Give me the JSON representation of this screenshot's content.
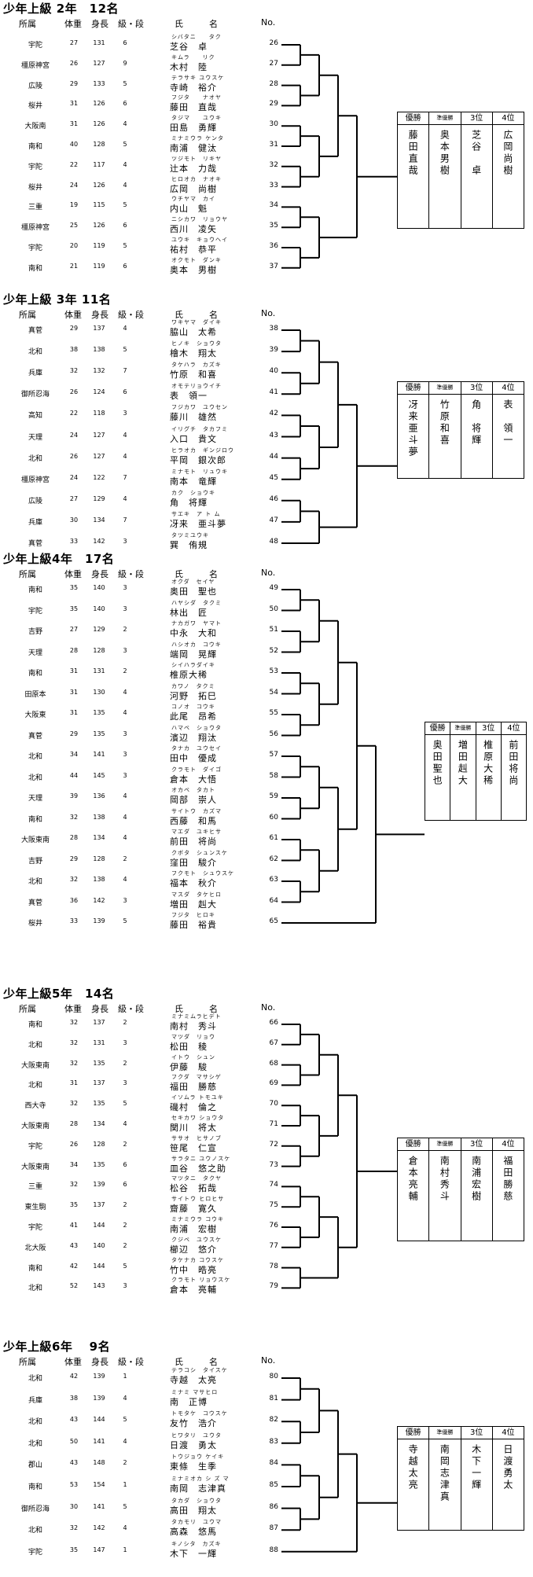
{
  "headers": {
    "affiliation": "所属",
    "weight": "体重",
    "height": "身長",
    "grade": "級・段",
    "name": "氏　　　名",
    "no": "No."
  },
  "result_labels": [
    "優勝",
    "準優勝",
    "3位",
    "4位"
  ],
  "sections": [
    {
      "title": "少年上級 2年　12名",
      "results": [
        "藤田直哉",
        "奥本男樹",
        "芝谷　卓",
        "広岡尚樹"
      ],
      "players": [
        {
          "aff": "宇陀",
          "w": "27",
          "h": "131",
          "g": "6",
          "kana": "シバタニ　　タク",
          "name": "芝谷　卓",
          "no": "26"
        },
        {
          "aff": "橿原神宮",
          "w": "26",
          "h": "127",
          "g": "9",
          "kana": "キムラ　　リク",
          "name": "木村　陸",
          "no": "27"
        },
        {
          "aff": "広陵",
          "w": "29",
          "h": "133",
          "g": "5",
          "kana": "テラサキ ユウスケ",
          "name": "寺崎　裕介",
          "no": "28"
        },
        {
          "aff": "桜井",
          "w": "31",
          "h": "126",
          "g": "6",
          "kana": "フジタ　　ナオヤ",
          "name": "藤田　直哉",
          "no": "29"
        },
        {
          "aff": "大阪南",
          "w": "31",
          "h": "126",
          "g": "4",
          "kana": "タジマ　　ユウキ",
          "name": "田島　勇輝",
          "no": "30"
        },
        {
          "aff": "南和",
          "w": "40",
          "h": "128",
          "g": "5",
          "kana": "ミナミウラ ケンタ",
          "name": "南浦　健汰",
          "no": "31"
        },
        {
          "aff": "宇陀",
          "w": "22",
          "h": "117",
          "g": "4",
          "kana": "ツジモト　リキヤ",
          "name": "辻本　力哉",
          "no": "32"
        },
        {
          "aff": "桜井",
          "w": "24",
          "h": "126",
          "g": "4",
          "kana": "ヒロオカ　ナオキ",
          "name": "広岡　尚樹",
          "no": "33"
        },
        {
          "aff": "三重",
          "w": "19",
          "h": "115",
          "g": "5",
          "kana": "ウチヤマ　カイ",
          "name": "内山　魁",
          "no": "34"
        },
        {
          "aff": "橿原神宮",
          "w": "25",
          "h": "126",
          "g": "6",
          "kana": "ニシカワ　リョウヤ",
          "name": "西川　凌矢",
          "no": "35"
        },
        {
          "aff": "宇陀",
          "w": "20",
          "h": "119",
          "g": "5",
          "kana": "ユウキ　キョウヘイ",
          "name": "祐村　恭平",
          "no": "36"
        },
        {
          "aff": "南和",
          "w": "21",
          "h": "119",
          "g": "6",
          "kana": "オクモト　ダンキ",
          "name": "奥本　男樹",
          "no": "37"
        }
      ]
    },
    {
      "title": "少年上級 3年 11名",
      "results": [
        "冴来亜斗夢",
        "竹原和喜",
        "角　将輝",
        "表　領一"
      ],
      "players": [
        {
          "aff": "真菅",
          "w": "29",
          "h": "137",
          "g": "4",
          "kana": "ワキヤマ　ダイキ",
          "name": "脇山　太希",
          "no": "38"
        },
        {
          "aff": "北和",
          "w": "38",
          "h": "138",
          "g": "5",
          "kana": "ヒノキ　ショウタ",
          "name": "檜木　翔太",
          "no": "39"
        },
        {
          "aff": "兵庫",
          "w": "32",
          "h": "132",
          "g": "7",
          "kana": "タケハラ　カズキ",
          "name": "竹原　和喜",
          "no": "40"
        },
        {
          "aff": "御所忍海",
          "w": "26",
          "h": "124",
          "g": "6",
          "kana": "オモテリョウイチ",
          "name": "表　領一",
          "no": "41"
        },
        {
          "aff": "高知",
          "w": "22",
          "h": "118",
          "g": "3",
          "kana": "フジカワ　ユウセン",
          "name": "藤川　雄然",
          "no": "42"
        },
        {
          "aff": "天理",
          "w": "24",
          "h": "127",
          "g": "4",
          "kana": "イリグチ　タカフミ",
          "name": "入口　貴文",
          "no": "43"
        },
        {
          "aff": "北和",
          "w": "26",
          "h": "127",
          "g": "4",
          "kana": "ヒラオカ　ギンジロウ",
          "name": "平岡　銀次郎",
          "no": "44"
        },
        {
          "aff": "橿原神宮",
          "w": "24",
          "h": "122",
          "g": "7",
          "kana": "ミナモト　リュウキ",
          "name": "南本　竜輝",
          "no": "45"
        },
        {
          "aff": "広陵",
          "w": "27",
          "h": "129",
          "g": "4",
          "kana": "カク　ショウキ",
          "name": "角　将輝",
          "no": "46"
        },
        {
          "aff": "兵庫",
          "w": "30",
          "h": "134",
          "g": "7",
          "kana": "サエキ　ア ト ム",
          "name": "冴来　亜斗夢",
          "no": "47"
        },
        {
          "aff": "真菅",
          "w": "33",
          "h": "142",
          "g": "3",
          "kana": "タツミユウキ",
          "name": "巽　侑規",
          "no": "48"
        }
      ]
    },
    {
      "title": "少年上級4年　17名",
      "results": [
        "奥田聖也",
        "増田赳大",
        "椎原大稀",
        "前田将尚"
      ],
      "players": [
        {
          "aff": "南和",
          "w": "35",
          "h": "140",
          "g": "3",
          "kana": "オクダ　セイヤ",
          "name": "奥田　聖也",
          "no": "49"
        },
        {
          "aff": "宇陀",
          "w": "35",
          "h": "140",
          "g": "3",
          "kana": "ハヤシダ　タクミ",
          "name": "林出　匠",
          "no": "50"
        },
        {
          "aff": "吉野",
          "w": "27",
          "h": "129",
          "g": "2",
          "kana": "ナカガワ　ヤマト",
          "name": "中永　大和",
          "no": "51"
        },
        {
          "aff": "天理",
          "w": "28",
          "h": "128",
          "g": "3",
          "kana": "ハシオカ　コウキ",
          "name": "端岡　晃輝",
          "no": "52"
        },
        {
          "aff": "南和",
          "w": "31",
          "h": "131",
          "g": "2",
          "kana": "シイハラダイキ",
          "name": "椎原大稀",
          "no": "53"
        },
        {
          "aff": "田原本",
          "w": "31",
          "h": "130",
          "g": "4",
          "kana": "カワノ　タクミ",
          "name": "河野　拓巳",
          "no": "54"
        },
        {
          "aff": "大阪東",
          "w": "31",
          "h": "135",
          "g": "4",
          "kana": "コノオ　コウキ",
          "name": "此尾　昂希",
          "no": "55"
        },
        {
          "aff": "真菅",
          "w": "29",
          "h": "135",
          "g": "3",
          "kana": "ハマベ　ショウタ",
          "name": "濱辺　翔汰",
          "no": "56"
        },
        {
          "aff": "北和",
          "w": "34",
          "h": "141",
          "g": "3",
          "kana": "タナカ　ユウセイ",
          "name": "田中　優成",
          "no": "57"
        },
        {
          "aff": "北和",
          "w": "44",
          "h": "145",
          "g": "3",
          "kana": "クラモト　ダイゴ",
          "name": "倉本　大悟",
          "no": "58"
        },
        {
          "aff": "天理",
          "w": "39",
          "h": "136",
          "g": "4",
          "kana": "オカベ　タカト",
          "name": "岡部　崇人",
          "no": "59"
        },
        {
          "aff": "南和",
          "w": "32",
          "h": "138",
          "g": "4",
          "kana": "サイトウ　カズマ",
          "name": "西藤　和馬",
          "no": "60"
        },
        {
          "aff": "大阪東南",
          "w": "28",
          "h": "134",
          "g": "4",
          "kana": "マエダ　ユキヒサ",
          "name": "前田　将尚",
          "no": "61"
        },
        {
          "aff": "吉野",
          "w": "29",
          "h": "128",
          "g": "2",
          "kana": "クボタ　シュンスケ",
          "name": "窪田　駿介",
          "no": "62"
        },
        {
          "aff": "北和",
          "w": "32",
          "h": "138",
          "g": "4",
          "kana": "フクモト　シュウスケ",
          "name": "福本　秋介",
          "no": "63"
        },
        {
          "aff": "真菅",
          "w": "36",
          "h": "142",
          "g": "3",
          "kana": "マスダ　タケヒロ",
          "name": "増田　赳大",
          "no": "64"
        },
        {
          "aff": "桜井",
          "w": "33",
          "h": "139",
          "g": "5",
          "kana": "フジタ　ヒロキ",
          "name": "藤田　裕貴",
          "no": "65"
        }
      ]
    },
    {
      "title": "少年上級5年　14名",
      "results": [
        "倉本亮輔",
        "南村秀斗",
        "南浦宏樹",
        "福田勝慈"
      ],
      "players": [
        {
          "aff": "南和",
          "w": "32",
          "h": "137",
          "g": "2",
          "kana": "ミナミムラヒデト",
          "name": "南村　秀斗",
          "no": "66"
        },
        {
          "aff": "北和",
          "w": "32",
          "h": "131",
          "g": "3",
          "kana": "マツダ　リョウ",
          "name": "松田　稜",
          "no": "67"
        },
        {
          "aff": "大阪東南",
          "w": "32",
          "h": "135",
          "g": "2",
          "kana": "イトウ　シュン",
          "name": "伊藤　駿",
          "no": "68"
        },
        {
          "aff": "北和",
          "w": "31",
          "h": "137",
          "g": "3",
          "kana": "フクダ　マサシゲ",
          "name": "福田　勝慈",
          "no": "69"
        },
        {
          "aff": "西大寺",
          "w": "32",
          "h": "135",
          "g": "5",
          "kana": "イソムラ トモユキ",
          "name": "磯村　倫之",
          "no": "70"
        },
        {
          "aff": "大阪東南",
          "w": "28",
          "h": "134",
          "g": "4",
          "kana": "セキカワ ショウタ",
          "name": "関川　将太",
          "no": "71"
        },
        {
          "aff": "宇陀",
          "w": "26",
          "h": "128",
          "g": "2",
          "kana": "ササオ　ヒサノブ",
          "name": "笹尾　仁宣",
          "no": "72"
        },
        {
          "aff": "大阪東南",
          "w": "34",
          "h": "135",
          "g": "6",
          "kana": "サラタニ ユウノスケ",
          "name": "皿谷　悠之助",
          "no": "73"
        },
        {
          "aff": "三重",
          "w": "32",
          "h": "139",
          "g": "6",
          "kana": "マツタニ　タクヤ",
          "name": "松谷　拓哉",
          "no": "74"
        },
        {
          "aff": "東生駒",
          "w": "35",
          "h": "137",
          "g": "2",
          "kana": "サイトウ ヒロヒサ",
          "name": "齋藤　寛久",
          "no": "75"
        },
        {
          "aff": "宇陀",
          "w": "41",
          "h": "144",
          "g": "2",
          "kana": "ミナミウラ コウキ",
          "name": "南浦　宏樹",
          "no": "76"
        },
        {
          "aff": "北大阪",
          "w": "43",
          "h": "140",
          "g": "2",
          "kana": "クジベ　ユウスケ",
          "name": "櫛辺　悠介",
          "no": "77"
        },
        {
          "aff": "南和",
          "w": "42",
          "h": "144",
          "g": "5",
          "kana": "タケナカ コウスケ",
          "name": "竹中　晧亮",
          "no": "78"
        },
        {
          "aff": "北和",
          "w": "52",
          "h": "143",
          "g": "3",
          "kana": "クラモト リョウスケ",
          "name": "倉本　亮輔",
          "no": "79"
        }
      ]
    },
    {
      "title": "少年上級6年　 9名",
      "results": [
        "寺越太亮",
        "南岡志津真",
        "木下一輝",
        "日渡勇太"
      ],
      "players": [
        {
          "aff": "北和",
          "w": "42",
          "h": "139",
          "g": "1",
          "kana": "テラコシ　タイスケ",
          "name": "寺越　太亮",
          "no": "80"
        },
        {
          "aff": "兵庫",
          "w": "38",
          "h": "139",
          "g": "4",
          "kana": "ミナミ マサヒロ",
          "name": "南　正博",
          "no": "81"
        },
        {
          "aff": "北和",
          "w": "43",
          "h": "144",
          "g": "5",
          "kana": "トモタケ　コウスケ",
          "name": "友竹　浩介",
          "no": "82"
        },
        {
          "aff": "北和",
          "w": "50",
          "h": "141",
          "g": "4",
          "kana": "ヒワタリ　ユウタ",
          "name": "日渡　勇太",
          "no": "83"
        },
        {
          "aff": "郡山",
          "w": "43",
          "h": "148",
          "g": "2",
          "kana": "トウジョウ ケイキ",
          "name": "東條　生季",
          "no": "84"
        },
        {
          "aff": "南和",
          "w": "53",
          "h": "154",
          "g": "1",
          "kana": "ミナミオカ シ ズ マ",
          "name": "南岡　志津真",
          "no": "85"
        },
        {
          "aff": "御所忍海",
          "w": "30",
          "h": "141",
          "g": "5",
          "kana": "タカダ　ショウタ",
          "name": "高田　翔太",
          "no": "86"
        },
        {
          "aff": "北和",
          "w": "32",
          "h": "142",
          "g": "4",
          "kana": "タカモリ　ユウマ",
          "name": "高森　悠馬",
          "no": "87"
        },
        {
          "aff": "宇陀",
          "w": "35",
          "h": "147",
          "g": "1",
          "kana": "キノシタ　カズキ",
          "name": "木下　一輝",
          "no": "88"
        }
      ]
    }
  ]
}
